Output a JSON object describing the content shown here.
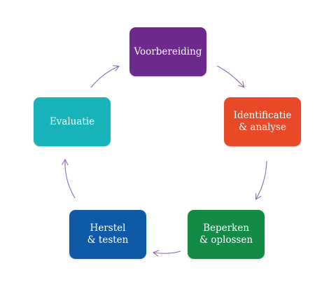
{
  "diagram": {
    "type": "cycle",
    "arrow_color": "#8e6bb5",
    "steps": [
      {
        "id": "voorbereiding",
        "label": "Voorbereiding",
        "color": "#6b2a8c"
      },
      {
        "id": "identificatie",
        "label": "Identificatie\n& analyse",
        "color": "#e84a28"
      },
      {
        "id": "beperken",
        "label": "Beperken\n& oplossen",
        "color": "#148a47"
      },
      {
        "id": "herstel",
        "label": "Herstel\n& testen",
        "color": "#0e5aa6"
      },
      {
        "id": "evaluatie",
        "label": "Evaluatie",
        "color": "#19b3ba"
      }
    ],
    "connections": [
      {
        "from": "voorbereiding",
        "to": "identificatie"
      },
      {
        "from": "identificatie",
        "to": "beperken"
      },
      {
        "from": "beperken",
        "to": "herstel"
      },
      {
        "from": "herstel",
        "to": "evaluatie"
      },
      {
        "from": "evaluatie",
        "to": "voorbereiding"
      }
    ]
  }
}
